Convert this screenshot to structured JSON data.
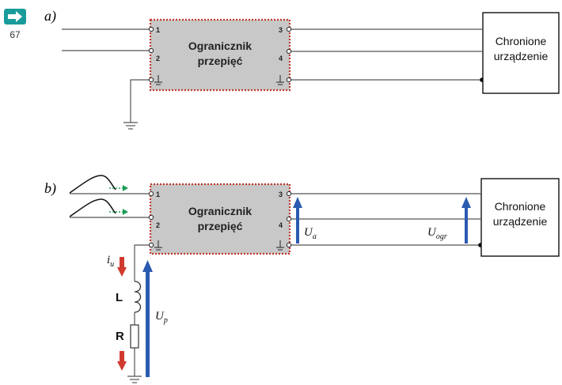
{
  "nav": {
    "page_number": "67",
    "icon": "arrow-right-icon",
    "color": "#1a9b9b"
  },
  "diagram_a": {
    "label": "a)",
    "limiter": {
      "title_line1": "Ogranicznik",
      "title_line2": "przepięć",
      "terminals": [
        "1",
        "2",
        "3",
        "4"
      ]
    },
    "device": {
      "line1": "Chronione",
      "line2": "urządzenie"
    }
  },
  "diagram_b": {
    "label": "b)",
    "limiter": {
      "title_line1": "Ogranicznik",
      "title_line2": "przepięć",
      "terminals": [
        "1",
        "2",
        "3",
        "4"
      ]
    },
    "device": {
      "line1": "Chronione",
      "line2": "urządzenie"
    },
    "labels": {
      "current_main": "i",
      "current_sub": "u",
      "inductor": "L",
      "resistor": "R",
      "up_main": "U",
      "up_sub": "p",
      "ua_main": "U",
      "ua_sub": "a",
      "uogr_main": "U",
      "uogr_sub": "ogr"
    }
  },
  "colors": {
    "limiter_fill": "#c8c8c8",
    "limiter_border": "#c0392b",
    "voltage_arrow": "#2a5bb0",
    "current_arrow": "#d03a2f",
    "surge_arrow": "#1e9e5a",
    "wire": "#555555"
  }
}
